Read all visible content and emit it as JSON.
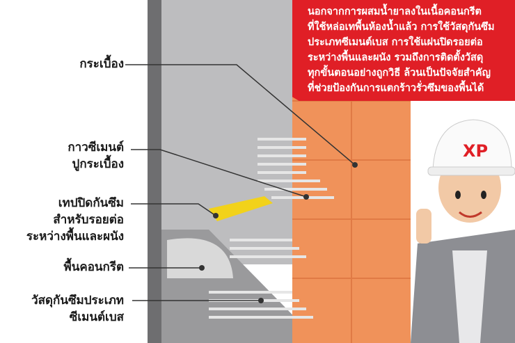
{
  "labels": {
    "tile": [
      "กระเบื้อง"
    ],
    "tile_adhesive": [
      "กาวซีเมนต์",
      "ปูกระเบื้อง"
    ],
    "waterproof_tape": [
      "เทปปิดกันซึม",
      "สำหรับรอยต่อ",
      "ระหว่างพื้นและผนัง"
    ],
    "concrete_floor": [
      "พื้นคอนกรีต"
    ],
    "cement_waterproofing": [
      "วัสดุกันซึมประเภท",
      "ซีเมนต์เบส"
    ]
  },
  "note": {
    "lines": [
      "นอกจากการผสมน้ำยาลงในเนื้อคอนกรีต",
      "ที่ใช้หล่อเทพื้นห้องน้ำแล้ว การใช้วัสดุกันซึม",
      "ประเภทซีเมนต์เบส การใช้แผ่นปิดรอยต่อ",
      "ระหว่างพื้นและผนัง รวมถึงการติดตั้งวัสดุ",
      "ทุกขั้นตอนอย่างถูกวิธี ล้วนเป็นปัจจัยสำคัญ",
      "ที่ช่วยป้องกันการแตกร้าวรั่วซึมของพื้นได้"
    ]
  },
  "colors": {
    "accent": "#e01f26",
    "tile": "#f0925a",
    "wall": "#b8b8b8",
    "wall_dark": "#6e6e70",
    "tape": "#f2d21a"
  }
}
